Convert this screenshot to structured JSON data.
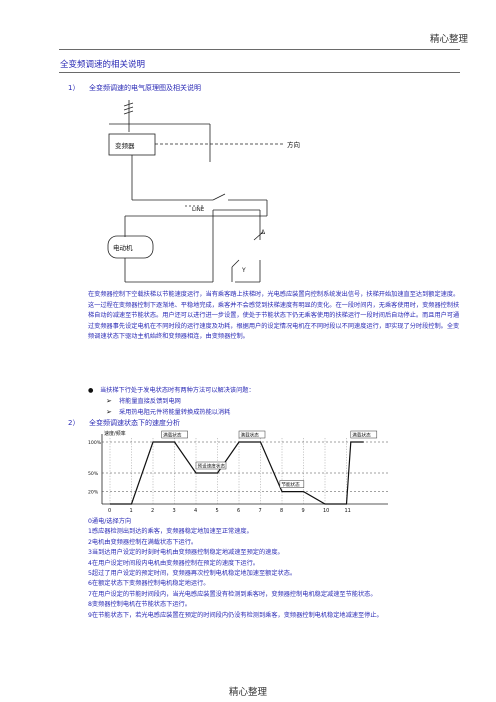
{
  "header": {
    "label": "精心整理"
  },
  "footer": {
    "label": "精心整理"
  },
  "doc": {
    "title": "全变频调速的相关说明",
    "section1": {
      "num": "1）",
      "title": "全变频调速的电气原理图及相关说明"
    },
    "diagram": {
      "vfd_label": "变频器",
      "direction_label": "方向",
      "line_label": "LINE",
      "motor_label": "电动机",
      "delta_label": "Δ",
      "y_label": "Y"
    },
    "paragraph": "在变频器控制下空载扶梯以节能速度运行，当有乘客踏上扶梯时，光电感应装置向控制系统发出信号，扶梯开始加速直至达到额定速度。这一过程在变频器控制下逐渐地、平稳地完成，乘客并不会感觉到扶梯速度有明显的变化。在一段时间内，无乘客使用时，变频器控制扶梯自动的减速至节能状态。用户还可以进行进一步设置，使处于节能状态下仍无乘客使用的扶梯运行一段时间后自动停止。而且用户可通过变频器事先设定电机在不同时段的运行速度及功耗，根据用户的设定情况电机在不同时段以不同速度运行，即实现了分时段控制。全变频调速状态下驱动主机始终和变频器相连，由变频器控制。",
    "bullet_main": "当扶梯下行处于发电状态时有两种方法可以解决该问题：",
    "sub_bullets": [
      "将能量直接反馈到电网",
      "采用热电阻元件将能量转换成热能以消耗"
    ],
    "section2": {
      "num": "2）",
      "title": "全变频调速状态下的速度分析"
    },
    "list": [
      "0通电/选择方向",
      "1感应器检测出到达的乘客，变频器稳定地加速至正常速度。",
      "2电机由变频器控制在满载状态下运行。",
      "3当到达用户设定的时刻时电机由变频器控制稳定地减速至预定的速度。",
      "4在用户设定时间段内电机由变频器控制在预定的速度下运行。",
      "5超过了用户设定的预定时间，变频器再次控制电机稳定地加速至额定状态。",
      "6在额定状态下变频器控制电机稳定地运行。",
      "7在用户设定的节能时间段内，当光电感应装置没有检测到乘客时，变频器控制电机稳定减速至节能状态。",
      "8变频器控制电机在节能状态下运行。",
      "9在节能状态下，若光电感应装置在预定的时间段内仍没有检测到乘客，变频器控制电机稳定地减速至停止。"
    ]
  },
  "chart_data": {
    "type": "line",
    "ylabel": "速度/频率",
    "y_ticks": [
      "100%",
      "50%",
      "20%"
    ],
    "x_ticks": [
      "0",
      "1",
      "2",
      "3",
      "4",
      "5",
      "6",
      "7",
      "8",
      "9",
      "10",
      "11"
    ],
    "annotations": [
      "满载状态",
      "满载状态",
      "满载状态",
      "预设速度状态",
      "节能状态"
    ],
    "series": [
      {
        "points": [
          [
            0,
            0
          ],
          [
            1,
            0
          ],
          [
            2,
            100
          ],
          [
            3,
            100
          ],
          [
            4,
            50
          ],
          [
            5,
            50
          ],
          [
            6,
            100
          ],
          [
            7,
            100
          ],
          [
            8,
            20
          ],
          [
            9,
            20
          ],
          [
            10,
            0
          ],
          [
            11,
            0
          ],
          [
            11.2,
            100
          ],
          [
            11.8,
            100
          ]
        ]
      }
    ]
  }
}
